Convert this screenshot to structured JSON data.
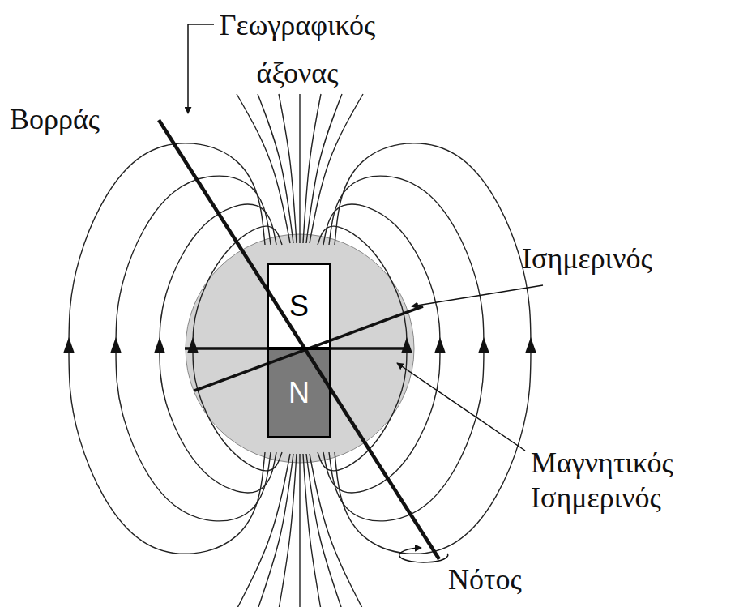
{
  "diagram": {
    "nodes": [
      {
        "text": [
          "S"
        ]
      },
      {
        "text": [
          "N"
        ]
      }
    ],
    "labels": [
      "Γεωγραφικός άξονας",
      "Βορράς",
      "Ισημερινός",
      "Μαγνητικός Ισημερινός",
      "Νότος"
    ]
  }
}
